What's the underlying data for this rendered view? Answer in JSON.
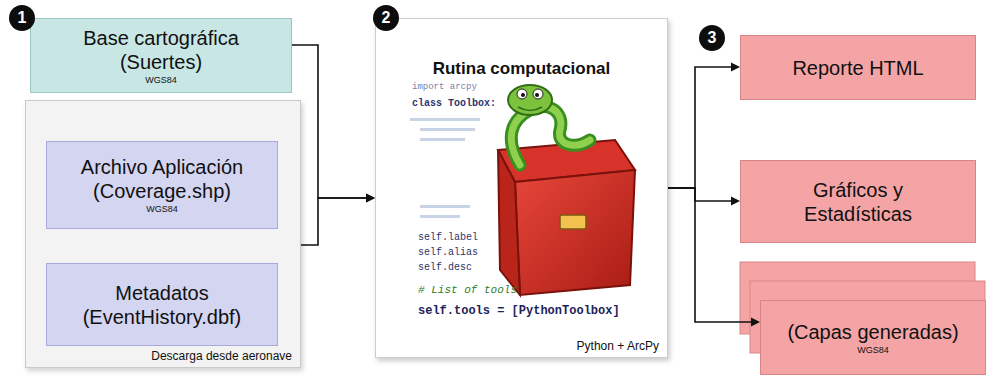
{
  "diagram": {
    "nodes": [
      {
        "text": [
          "Base cartográfica (Suertes)",
          "WGS84"
        ]
      },
      {
        "text": [
          "Descarga desde aeronave"
        ]
      },
      {
        "text": [
          "Archivo Aplicación (Coverage.shp)",
          "WGS84"
        ],
        "in": 1
      },
      {
        "text": [
          "Metadatos (EventHistory.dbf)"
        ],
        "in": 1
      },
      {
        "text": [
          "Rutina computacional",
          "Python + ArcPy"
        ]
      },
      {
        "text": [
          "Reporte HTML"
        ]
      },
      {
        "text": [
          "Gráficos y Estadísticas"
        ]
      },
      {
        "text": [
          "(Capas generadas)",
          "WGS84"
        ]
      }
    ],
    "edges": [
      {
        "from": 0,
        "to": 4,
        "arrow": "to"
      },
      {
        "from": 1,
        "to": 4,
        "arrow": "to"
      },
      {
        "from": 4,
        "to": 5,
        "arrow": "to"
      },
      {
        "from": 4,
        "to": 6,
        "arrow": "to"
      },
      {
        "from": 4,
        "to": 7,
        "arrow": "to"
      }
    ],
    "labels": [
      "1",
      "2",
      "3",
      "import arcpy",
      "class Toolbox:",
      "self.label",
      "self.alias",
      "self.desc",
      "# List of tools",
      "self.tools = [PythonToolbox]"
    ]
  }
}
